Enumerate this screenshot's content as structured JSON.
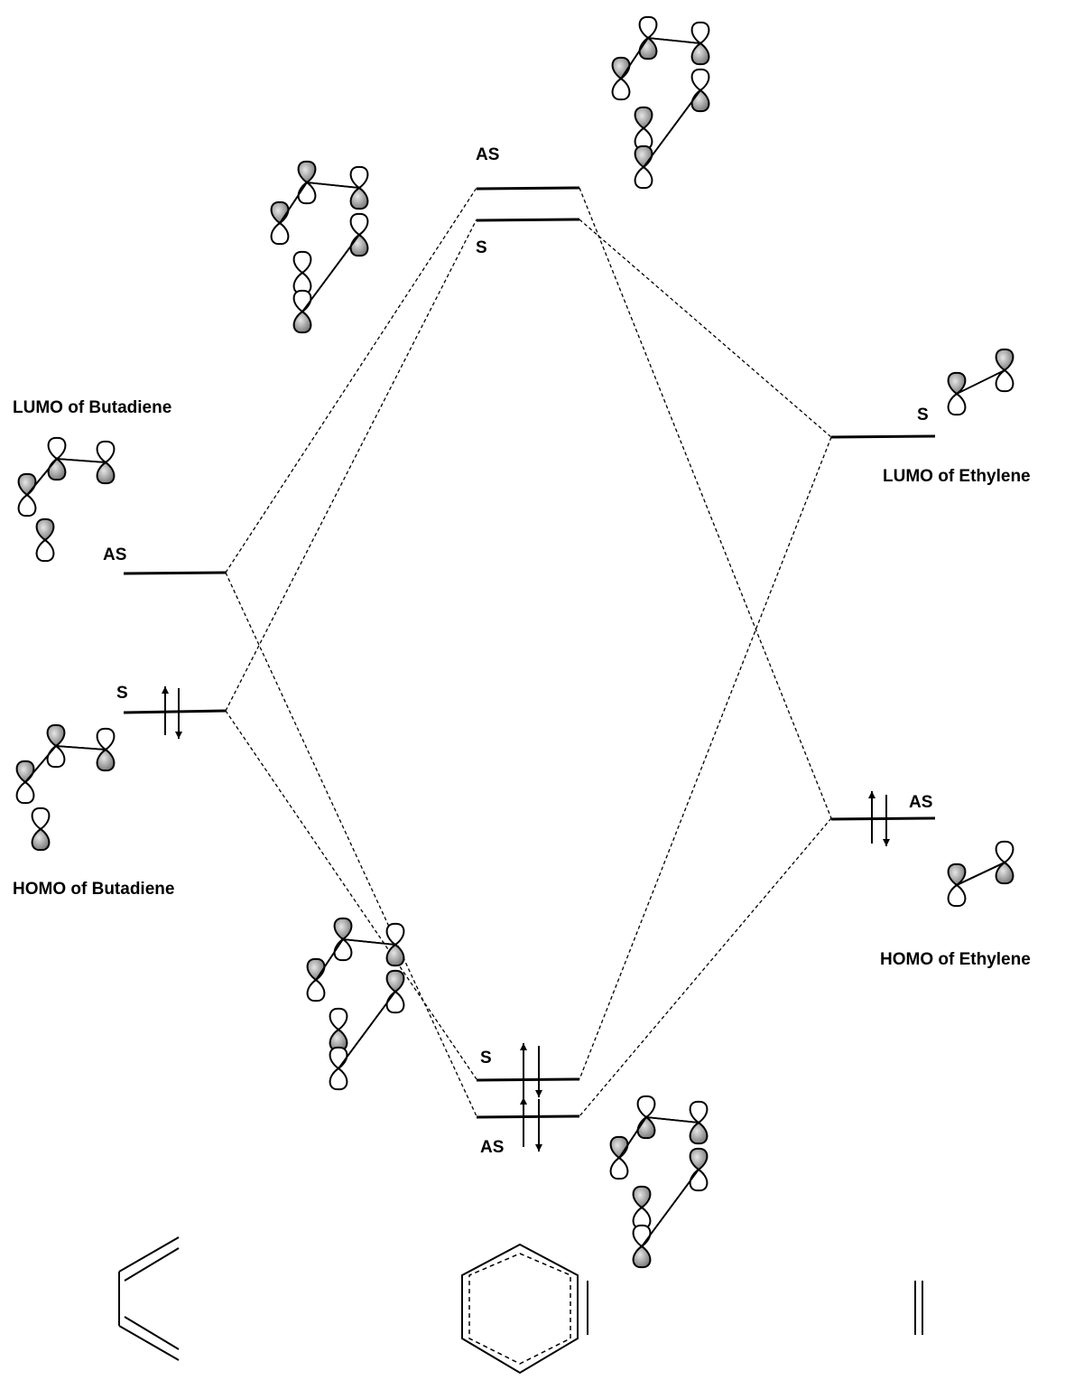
{
  "labels": {
    "lumo_butadiene": "LUMO of Butadiene",
    "homo_butadiene": "HOMO of Butadiene",
    "lumo_ethylene": "LUMO of Ethylene",
    "homo_ethylene": "HOMO of Ethylene",
    "butadiene_lumo_sym": "AS",
    "butadiene_homo_sym": "S",
    "ts_top_as": "AS",
    "ts_top_s": "S",
    "ts_bottom_s": "S",
    "ts_bottom_as": "AS",
    "ethylene_lumo_sym": "S",
    "ethylene_homo_sym": "AS"
  },
  "colors": {
    "lobe_shaded": "#8a8a8a",
    "line": "#000000"
  }
}
